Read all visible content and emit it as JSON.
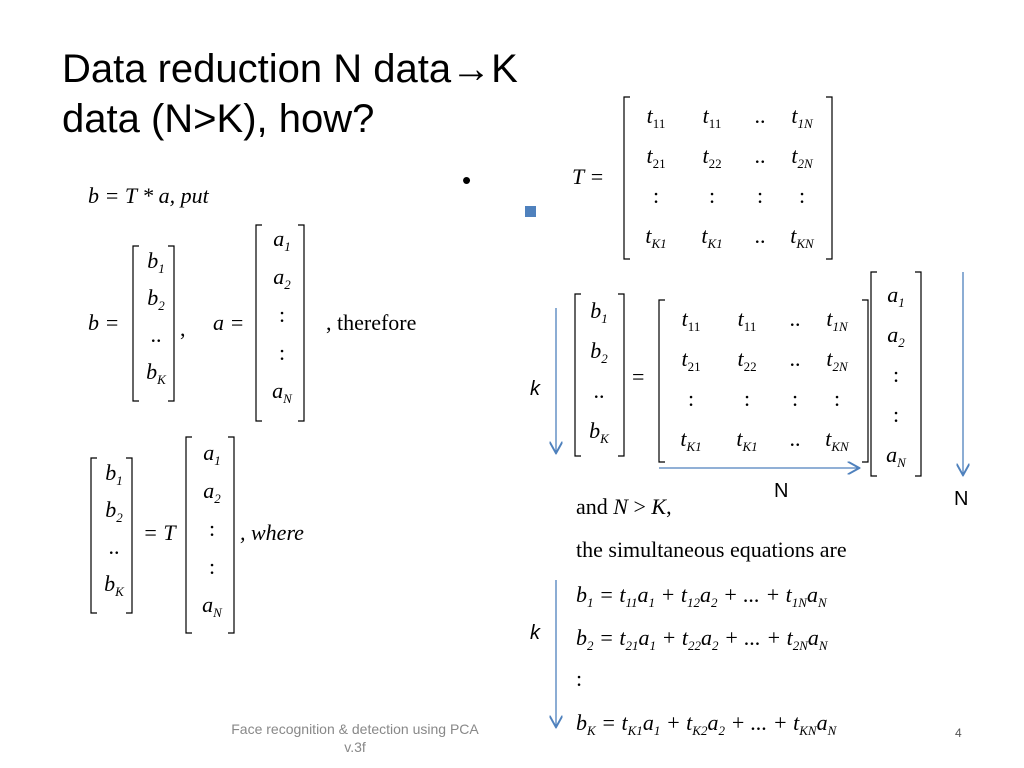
{
  "title": {
    "line1": "Data reduction N data",
    "arrow": "→",
    "line1_end": "K",
    "line2": "data (N>K), how?"
  },
  "left": {
    "eq1": "b = T * a,  put",
    "therefore": ", therefore",
    "where": ", where",
    "b_vec": [
      "b1",
      "b2",
      "..",
      "bK"
    ],
    "a_vec": [
      "a1",
      "a2",
      ":",
      ":",
      "aN"
    ]
  },
  "right": {
    "T_label": "T =",
    "T_matrix": [
      [
        "t11",
        "t11",
        "..",
        "t1N"
      ],
      [
        "t21",
        "t22",
        "..",
        "t2N"
      ],
      [
        ":",
        ":",
        ":",
        ":"
      ],
      [
        "tK1",
        "tK1",
        "..",
        "tKN"
      ]
    ],
    "k_label_1": "k",
    "N_label_horizontal": "N",
    "N_label_vertical": "N",
    "and_text": "and N > K,",
    "sim_text": "the simultaneous equations are",
    "k_label_2": "k",
    "equations": [
      "b1 = t11a1 + t12a2 + ... + t1NaN",
      "b2 = t21a1 + t22a2 + ... + t2NaN",
      ":",
      "bK = tK1a1 + tK2a2 + ... + tKNaN"
    ]
  },
  "footer": {
    "text1": "Face recognition & detection using PCA",
    "text2": "v.3f",
    "page": "4"
  },
  "colors": {
    "arrow": "#4f81bd",
    "bullet": "#4f81bd",
    "footer": "#888888"
  }
}
